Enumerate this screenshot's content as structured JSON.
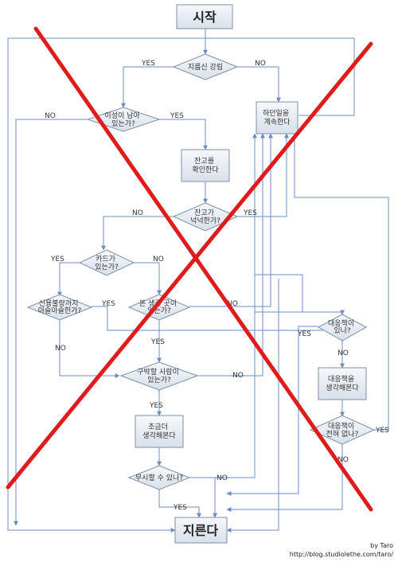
{
  "nodes": {
    "start": "시작",
    "lust": "지름신 강림",
    "dating": [
      "이성이 남아",
      "있는가?"
    ],
    "continue_work": [
      "하던일을",
      "계속한다"
    ],
    "balance_check": [
      "잔고를",
      "확인한다"
    ],
    "balance_enough": [
      "잔고가",
      "넉넉한가?"
    ],
    "card": [
      "카드가",
      "있는가?"
    ],
    "credit": [
      "신용불량까지",
      "아슬아슬한가?"
    ],
    "money_elsewhere": [
      "돈 생길 곳이",
      "있는가?"
    ],
    "countermeasure": [
      "대응책이",
      "있나?"
    ],
    "think_counter": [
      "대응책을",
      "생각해본다"
    ],
    "no_counter": [
      "대응책이",
      "전혀 없나?"
    ],
    "someone": [
      "구박할 사람이",
      "있는가?"
    ],
    "think_more": [
      "조금더",
      "생각해본다"
    ],
    "ignore": "무시할 수 있나?",
    "buy": "지른다"
  },
  "edge_labels": {
    "yes": "YES",
    "no": "NO"
  },
  "credit": {
    "author": "by Taro",
    "url": "http://blog.studiolethe.com/taro/"
  },
  "colors": {
    "box_fill": "#e8edf5",
    "box_stroke": "#7d8fa8",
    "arrow": "#6a8cc4",
    "cross": "#e01b1b"
  }
}
